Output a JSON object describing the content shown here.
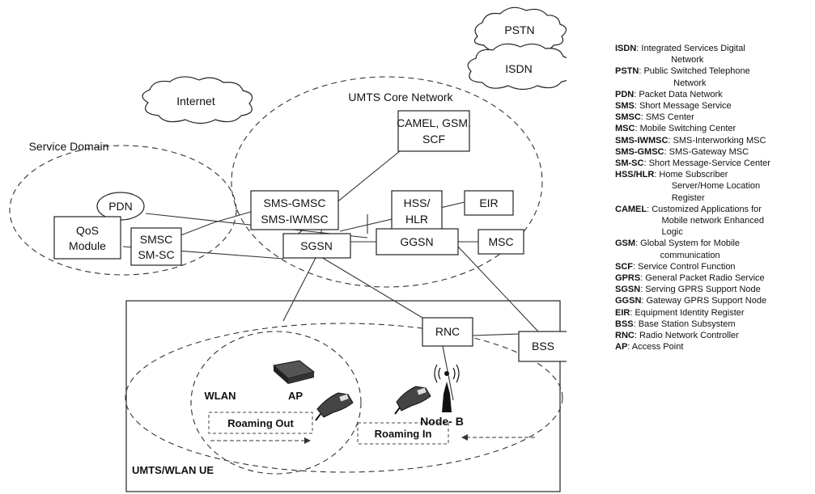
{
  "diagram": {
    "clouds": {
      "pstn": "PSTN",
      "isdn": "ISDN",
      "internet": "Internet"
    },
    "regions": {
      "service_domain": "Service Domain",
      "umts_core": "UMTS Core Network",
      "ue": "UMTS/WLAN UE"
    },
    "nodes": {
      "pdn": "PDN",
      "qos_1": "QoS",
      "qos_2": "Module",
      "smsc_1": "SMSC",
      "smsc_2": "SM-SC",
      "gmsc_1": "SMS-GMSC",
      "gmsc_2": "SMS-IWMSC",
      "camel_1": "CAMEL, GSM,",
      "camel_2": "SCF",
      "hss_1": "HSS/",
      "hss_2": "HLR",
      "eir": "EIR",
      "sgsn": "SGSN",
      "ggsn": "GGSN",
      "msc": "MSC",
      "rnc": "RNC",
      "bss": "BSS",
      "wlan": "WLAN",
      "ap": "AP",
      "roaming_out": "Roaming Out",
      "roaming_in": "Roaming In",
      "node_b": "Node- B"
    }
  },
  "glossary": [
    {
      "term": "ISDN",
      "def": ": Integrated Services Digital\n              Network"
    },
    {
      "term": "PSTN",
      "def": ": Public Switched Telephone\n              Network"
    },
    {
      "term": "PDN",
      "def": ": Packet Data Network"
    },
    {
      "term": "SMS",
      "def": ": Short Message Service"
    },
    {
      "term": "SMSC",
      "def": ": SMS Center"
    },
    {
      "term": "MSC",
      "def": ": Mobile Switching Center"
    },
    {
      "term": "SMS-IWMSC",
      "def": ": SMS-Interworking MSC"
    },
    {
      "term": "SMS-GMSC",
      "def": ": SMS-Gateway MSC"
    },
    {
      "term": "SM-SC",
      "def": ": Short Message-Service Center"
    },
    {
      "term": "HSS/HLR",
      "def": ": Home Subscriber\n       Server/Home Location\n       Register"
    },
    {
      "term": "CAMEL",
      "def": ": Customized Applications for\n      Mobile network Enhanced\n      Logic"
    },
    {
      "term": "GSM",
      "def": ": Global System for Mobile\n          communication"
    },
    {
      "term": "SCF",
      "def": ": Service Control Function"
    },
    {
      "term": "GPRS",
      "def": ": General Packet Radio Service"
    },
    {
      "term": "SGSN",
      "def": ": Serving GPRS Support Node"
    },
    {
      "term": "GGSN",
      "def": ": Gateway GPRS Support Node"
    },
    {
      "term": "EIR",
      "def": ": Equipment Identity Register"
    },
    {
      "term": "BSS",
      "def": ": Base Station Subsystem"
    },
    {
      "term": "RNC",
      "def": ": Radio Network Controller"
    },
    {
      "term": "AP",
      "def": ": Access Point"
    }
  ]
}
